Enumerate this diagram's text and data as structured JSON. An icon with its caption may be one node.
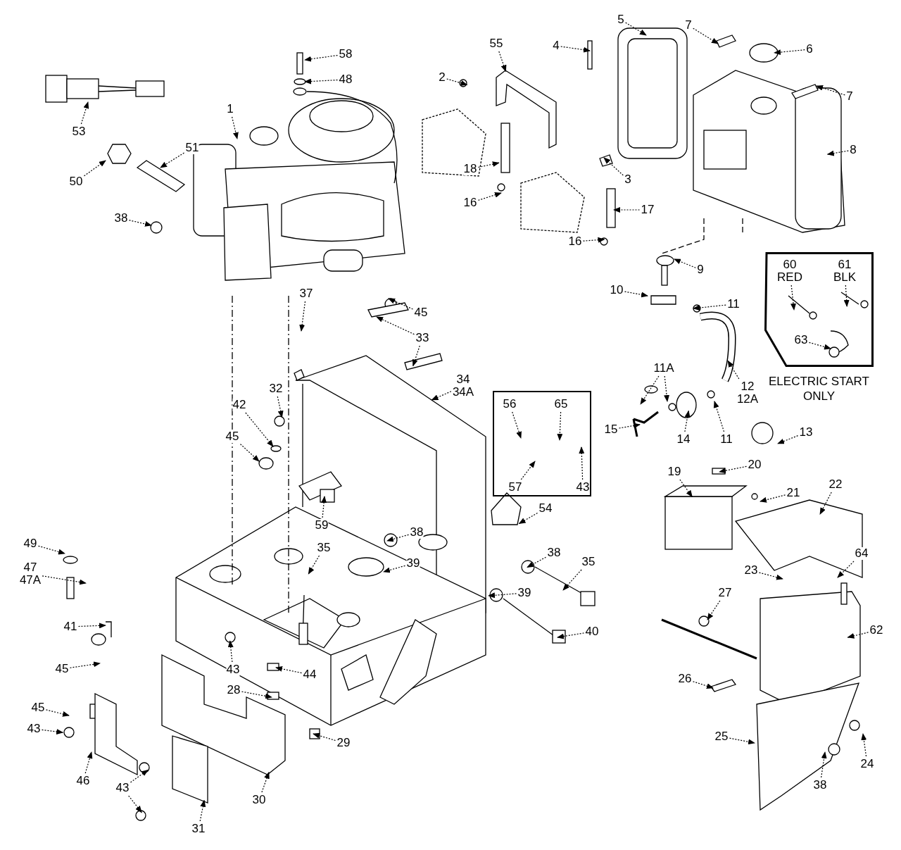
{
  "diagram": {
    "nodes": [
      {
        "text": [
          "5"
        ]
      },
      {
        "text": [
          "7"
        ]
      },
      {
        "text": [
          "58"
        ]
      },
      {
        "text": [
          "55"
        ]
      },
      {
        "text": [
          "4"
        ]
      },
      {
        "text": [
          "6"
        ]
      },
      {
        "text": [
          "48"
        ]
      },
      {
        "text": [
          "2"
        ]
      },
      {
        "text": [
          "7"
        ]
      },
      {
        "text": [
          "1"
        ]
      },
      {
        "text": [
          "53"
        ]
      },
      {
        "text": [
          "8"
        ]
      },
      {
        "text": [
          "50"
        ]
      },
      {
        "text": [
          "51"
        ]
      },
      {
        "text": [
          "3"
        ]
      },
      {
        "text": [
          "18"
        ]
      },
      {
        "text": [
          "16"
        ]
      },
      {
        "text": [
          "17"
        ]
      },
      {
        "text": [
          "38"
        ]
      },
      {
        "text": [
          "16"
        ]
      },
      {
        "text": [
          "9"
        ]
      },
      {
        "text": [
          "ELECTRIC START ONLY"
        ]
      },
      {
        "text": [
          "60 RED"
        ],
        "in": 21
      },
      {
        "text": [
          "61 BLK"
        ],
        "in": 21
      },
      {
        "text": [
          "63"
        ],
        "in": 21
      },
      {
        "text": [
          "37"
        ]
      },
      {
        "text": [
          "10"
        ]
      },
      {
        "text": [
          "11"
        ]
      },
      {
        "text": [
          "45"
        ]
      },
      {
        "text": [
          "33"
        ]
      },
      {
        "text": [
          "34 34A"
        ]
      },
      {
        "text": [
          "12 12A"
        ]
      },
      {
        "text": [
          "11A"
        ]
      },
      {
        "text": [
          "32"
        ]
      },
      {
        "text": [
          "42"
        ]
      },
      {
        "text": [
          "45"
        ]
      },
      {
        "text": [],
        "shape": "box"
      },
      {
        "text": [
          "56"
        ],
        "in": 36
      },
      {
        "text": [
          "65"
        ],
        "in": 36
      },
      {
        "text": [
          "43"
        ],
        "in": 36
      },
      {
        "text": [
          "57"
        ],
        "in": 36
      },
      {
        "text": [
          "15"
        ]
      },
      {
        "text": [
          "14"
        ]
      },
      {
        "text": [
          "11"
        ]
      },
      {
        "text": [
          "13"
        ]
      },
      {
        "text": [
          "20"
        ]
      },
      {
        "text": [
          "19"
        ]
      },
      {
        "text": [
          "21"
        ]
      },
      {
        "text": [
          "22"
        ]
      },
      {
        "text": [
          "54"
        ]
      },
      {
        "text": [
          "59"
        ]
      },
      {
        "text": [
          "49"
        ]
      },
      {
        "text": [
          "47 47A"
        ]
      },
      {
        "text": [
          "35"
        ]
      },
      {
        "text": [
          "38"
        ]
      },
      {
        "text": [
          "38"
        ]
      },
      {
        "text": [
          "35"
        ]
      },
      {
        "text": [
          "39"
        ]
      },
      {
        "text": [
          "23"
        ]
      },
      {
        "text": [
          "64"
        ]
      },
      {
        "text": [
          "39"
        ]
      },
      {
        "text": [
          "27"
        ]
      },
      {
        "text": [
          "62"
        ]
      },
      {
        "text": [
          "41"
        ]
      },
      {
        "text": [
          "40"
        ]
      },
      {
        "text": [
          "45"
        ]
      },
      {
        "text": [
          "43"
        ]
      },
      {
        "text": [
          "44"
        ]
      },
      {
        "text": [
          "26"
        ]
      },
      {
        "text": [
          "28"
        ]
      },
      {
        "text": [
          "45"
        ]
      },
      {
        "text": [
          "43"
        ]
      },
      {
        "text": [
          "29"
        ]
      },
      {
        "text": [
          "25"
        ]
      },
      {
        "text": [
          "46"
        ]
      },
      {
        "text": [
          "43"
        ]
      },
      {
        "text": [
          "24"
        ]
      },
      {
        "text": [
          "38"
        ]
      },
      {
        "text": [
          "30"
        ]
      },
      {
        "text": [
          "31"
        ]
      }
    ],
    "edges": [
      {
        "from": 0,
        "to": null,
        "arrow": "to"
      },
      {
        "from": 1,
        "to": null,
        "arrow": "to"
      },
      {
        "from": 2,
        "to": null,
        "arrow": "to"
      },
      {
        "from": 3,
        "to": null,
        "arrow": "to"
      },
      {
        "from": 4,
        "to": null,
        "arrow": "to"
      },
      {
        "from": 5,
        "to": null,
        "arrow": "to"
      },
      {
        "from": 6,
        "to": null,
        "arrow": "to"
      },
      {
        "from": 7,
        "to": null,
        "arrow": "to"
      },
      {
        "from": 8,
        "to": null,
        "arrow": "to"
      },
      {
        "from": 9,
        "to": null,
        "arrow": "to"
      },
      {
        "from": 10,
        "to": null,
        "arrow": "to"
      },
      {
        "from": 11,
        "to": null,
        "arrow": "to"
      },
      {
        "from": 12,
        "to": null,
        "arrow": "to"
      },
      {
        "from": 13,
        "to": null,
        "arrow": "to"
      },
      {
        "from": 14,
        "to": null,
        "arrow": "to"
      },
      {
        "from": 15,
        "to": null,
        "arrow": "to"
      },
      {
        "from": 16,
        "to": null,
        "arrow": "to"
      },
      {
        "from": 17,
        "to": null,
        "arrow": "to"
      },
      {
        "from": 18,
        "to": null,
        "arrow": "to"
      },
      {
        "from": 19,
        "to": null,
        "arrow": "to"
      },
      {
        "from": 20,
        "to": null,
        "arrow": "to"
      },
      {
        "from": 22,
        "to": null,
        "arrow": "to"
      },
      {
        "from": 23,
        "to": null,
        "arrow": "to"
      },
      {
        "from": 24,
        "to": null,
        "arrow": "to"
      },
      {
        "from": 25,
        "to": null,
        "arrow": "to"
      },
      {
        "from": 26,
        "to": null,
        "arrow": "to"
      },
      {
        "from": 27,
        "to": null,
        "arrow": "to"
      },
      {
        "from": 28,
        "to": null,
        "arrow": "to"
      },
      {
        "from": 29,
        "to": null,
        "arrow": "to"
      },
      {
        "from": 29,
        "to": null,
        "arrow": "to"
      },
      {
        "from": 30,
        "to": null,
        "arrow": "to"
      },
      {
        "from": 31,
        "to": null,
        "arrow": "to"
      },
      {
        "from": 32,
        "to": null,
        "arrow": "to"
      },
      {
        "from": 32,
        "to": null,
        "arrow": "to"
      },
      {
        "from": 33,
        "to": null,
        "arrow": "to"
      },
      {
        "from": 34,
        "to": null,
        "arrow": "to"
      },
      {
        "from": 35,
        "to": null,
        "arrow": "to"
      },
      {
        "from": 37,
        "to": null,
        "arrow": "to"
      },
      {
        "from": 38,
        "to": null,
        "arrow": "to"
      },
      {
        "from": 39,
        "to": null,
        "arrow": "to"
      },
      {
        "from": 40,
        "to": null,
        "arrow": "to"
      },
      {
        "from": 41,
        "to": null,
        "arrow": "to"
      },
      {
        "from": 42,
        "to": null,
        "arrow": "to"
      },
      {
        "from": 43,
        "to": null,
        "arrow": "to"
      },
      {
        "from": 44,
        "to": null,
        "arrow": "to"
      },
      {
        "from": 45,
        "to": null,
        "arrow": "to"
      },
      {
        "from": 46,
        "to": null,
        "arrow": "to"
      },
      {
        "from": 47,
        "to": null,
        "arrow": "to"
      },
      {
        "from": 48,
        "to": null,
        "arrow": "to"
      },
      {
        "from": 49,
        "to": null,
        "arrow": "to"
      },
      {
        "from": 50,
        "to": null,
        "arrow": "to"
      },
      {
        "from": 51,
        "to": null,
        "arrow": "to"
      },
      {
        "from": 52,
        "to": null,
        "arrow": "to"
      },
      {
        "from": 53,
        "to": null,
        "arrow": "to"
      },
      {
        "from": 54,
        "to": null,
        "arrow": "to"
      },
      {
        "from": 55,
        "to": null,
        "arrow": "to"
      },
      {
        "from": 56,
        "to": null,
        "arrow": "to"
      },
      {
        "from": 57,
        "to": null,
        "arrow": "to"
      },
      {
        "from": 58,
        "to": null,
        "arrow": "to"
      },
      {
        "from": 59,
        "to": null,
        "arrow": "to"
      },
      {
        "from": 60,
        "to": null,
        "arrow": "to"
      },
      {
        "from": 61,
        "to": null,
        "arrow": "to"
      },
      {
        "from": 62,
        "to": null,
        "arrow": "to"
      },
      {
        "from": 63,
        "to": null,
        "arrow": "to"
      },
      {
        "from": 64,
        "to": null,
        "arrow": "to"
      },
      {
        "from": 65,
        "to": null,
        "arrow": "to"
      },
      {
        "from": 66,
        "to": null,
        "arrow": "to"
      },
      {
        "from": 67,
        "to": null,
        "arrow": "to"
      },
      {
        "from": 68,
        "to": null,
        "arrow": "to"
      },
      {
        "from": 69,
        "to": null,
        "arrow": "to"
      },
      {
        "from": 70,
        "to": null,
        "arrow": "to"
      },
      {
        "from": 71,
        "to": null,
        "arrow": "to"
      },
      {
        "from": 72,
        "to": null,
        "arrow": "to"
      },
      {
        "from": 73,
        "to": null,
        "arrow": "to"
      },
      {
        "from": 74,
        "to": null,
        "arrow": "to"
      },
      {
        "from": 75,
        "to": null,
        "arrow": "to"
      },
      {
        "from": 75,
        "to": null,
        "arrow": "to"
      },
      {
        "from": 76,
        "to": null,
        "arrow": "to"
      },
      {
        "from": 77,
        "to": null,
        "arrow": "to"
      },
      {
        "from": 78,
        "to": null,
        "arrow": "to"
      },
      {
        "from": 79,
        "to": null,
        "arrow": "to"
      }
    ]
  }
}
